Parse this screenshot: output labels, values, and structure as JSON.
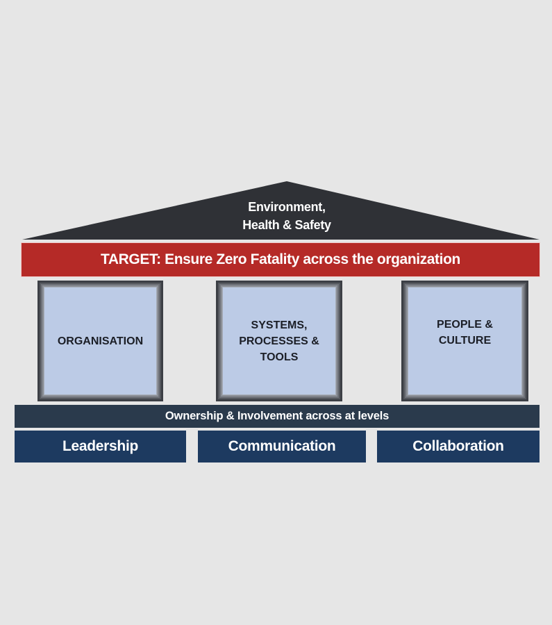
{
  "roof": {
    "title_lines": [
      "Environment,",
      "Health & Safety"
    ],
    "color": "#2f3136"
  },
  "target": {
    "label": "TARGET: Ensure Zero Fatality across the organization",
    "color": "#b52a27"
  },
  "pillars": [
    {
      "lines": [
        "ORGANISATION"
      ]
    },
    {
      "lines": [
        "SYSTEMS,",
        "PROCESSES &",
        "TOOLS"
      ]
    },
    {
      "lines": [
        "PEOPLE &",
        "CULTURE"
      ]
    }
  ],
  "pillar_fill": "#bccbe6",
  "ownership": {
    "label": "Ownership & Involvement across at levels",
    "color": "#2a3a4c"
  },
  "foundation": [
    {
      "label": "Leadership"
    },
    {
      "label": "Communication"
    },
    {
      "label": "Collaboration"
    }
  ],
  "foundation_color": "#1d3a60",
  "background": "#e6e6e6"
}
